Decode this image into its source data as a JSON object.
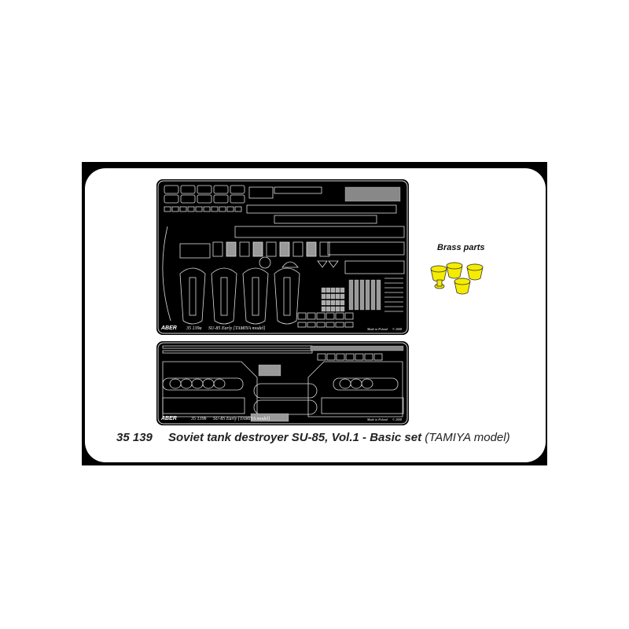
{
  "product": {
    "code": "35 139",
    "title": "Soviet tank destroyer SU-85, Vol.1 - Basic set",
    "note": "(TAMIYA model)"
  },
  "brass": {
    "label": "Brass parts",
    "color": "#f5ec00"
  },
  "sheets": [
    {
      "brand": "ABER",
      "code": "35 139a",
      "name": "SU-85 Early [TAMIYA model]",
      "origin": "Made in Poland",
      "year": "© 2008"
    },
    {
      "brand": "ABER",
      "code": "35 139b",
      "name": "SU-85 Early [TAMIYA model]",
      "origin": "Made in Poland",
      "year": "© 2008"
    }
  ]
}
